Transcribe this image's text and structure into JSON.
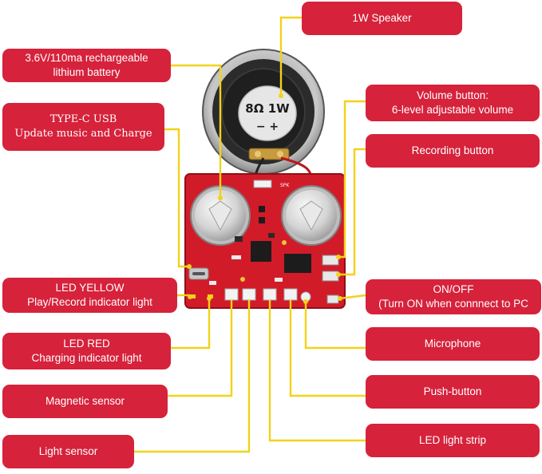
{
  "labels": {
    "speaker": "1W Speaker",
    "battery": [
      "3.6V/110ma rechargeable",
      "lithium battery"
    ],
    "usb": [
      "TYPE-C USB",
      "Update music and Charge"
    ],
    "volume": [
      "Volume button:",
      "6-level adjustable volume"
    ],
    "recording": "Recording button",
    "led_yellow": [
      "LED YELLOW",
      "Play/Record indicator light"
    ],
    "on_off": [
      "ON/OFF",
      "(Turn ON when connnect to PC"
    ],
    "led_red": [
      "LED RED",
      "Charging indicator light"
    ],
    "microphone": "Microphone",
    "magnetic": "Magnetic sensor",
    "push_button": "Push-button",
    "light_sensor": "Light sensor",
    "led_strip": "LED light strip"
  },
  "board_marks": {
    "speaker_rating": "8Ω 1W",
    "speaker_polarity": "−   +",
    "spk": "SPK"
  },
  "colors": {
    "label_bg": "#d6223b",
    "leader_line": "#f2d21a",
    "pcb": "#d21b28"
  }
}
